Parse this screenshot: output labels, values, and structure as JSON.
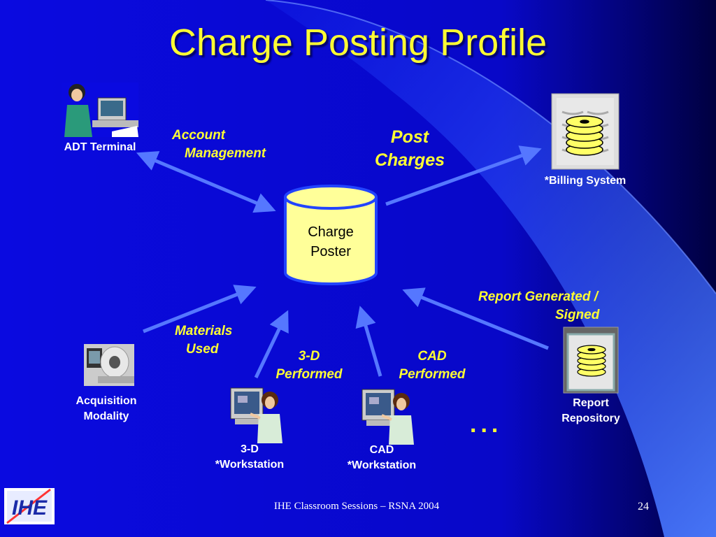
{
  "title": "Charge Posting Profile",
  "nodes": {
    "adt": "ADT Terminal",
    "billing": "*Billing System",
    "acq_line1": "Acquisition",
    "acq_line2": "Modality",
    "ws3d_line1": "3-D",
    "ws3d_line2": "*Workstation",
    "cad_line1": "CAD",
    "cad_line2": "*Workstation",
    "repo_line1": "Report",
    "repo_line2": "Repository",
    "poster_line1": "Charge",
    "poster_line2": "Poster"
  },
  "flows": {
    "account_line1": "Account",
    "account_line2": "Management",
    "post_line1": "Post",
    "post_line2": "Charges",
    "materials_line1": "Materials",
    "materials_line2": "Used",
    "perf3d_line1": "3-D",
    "perf3d_line2": "Performed",
    "cadperf_line1": "CAD",
    "cadperf_line2": "Performed",
    "report_line1": "Report Generated /",
    "report_line2": "Signed"
  },
  "ellipsis": "...",
  "footer": {
    "text": "IHE Classroom Sessions – RSNA 2004",
    "page": "24",
    "logo": "IHE"
  },
  "colors": {
    "background": "#0b0bd8",
    "title": "#ffff33",
    "arrow": "#5577ff",
    "cylinder": "#ffff99"
  }
}
